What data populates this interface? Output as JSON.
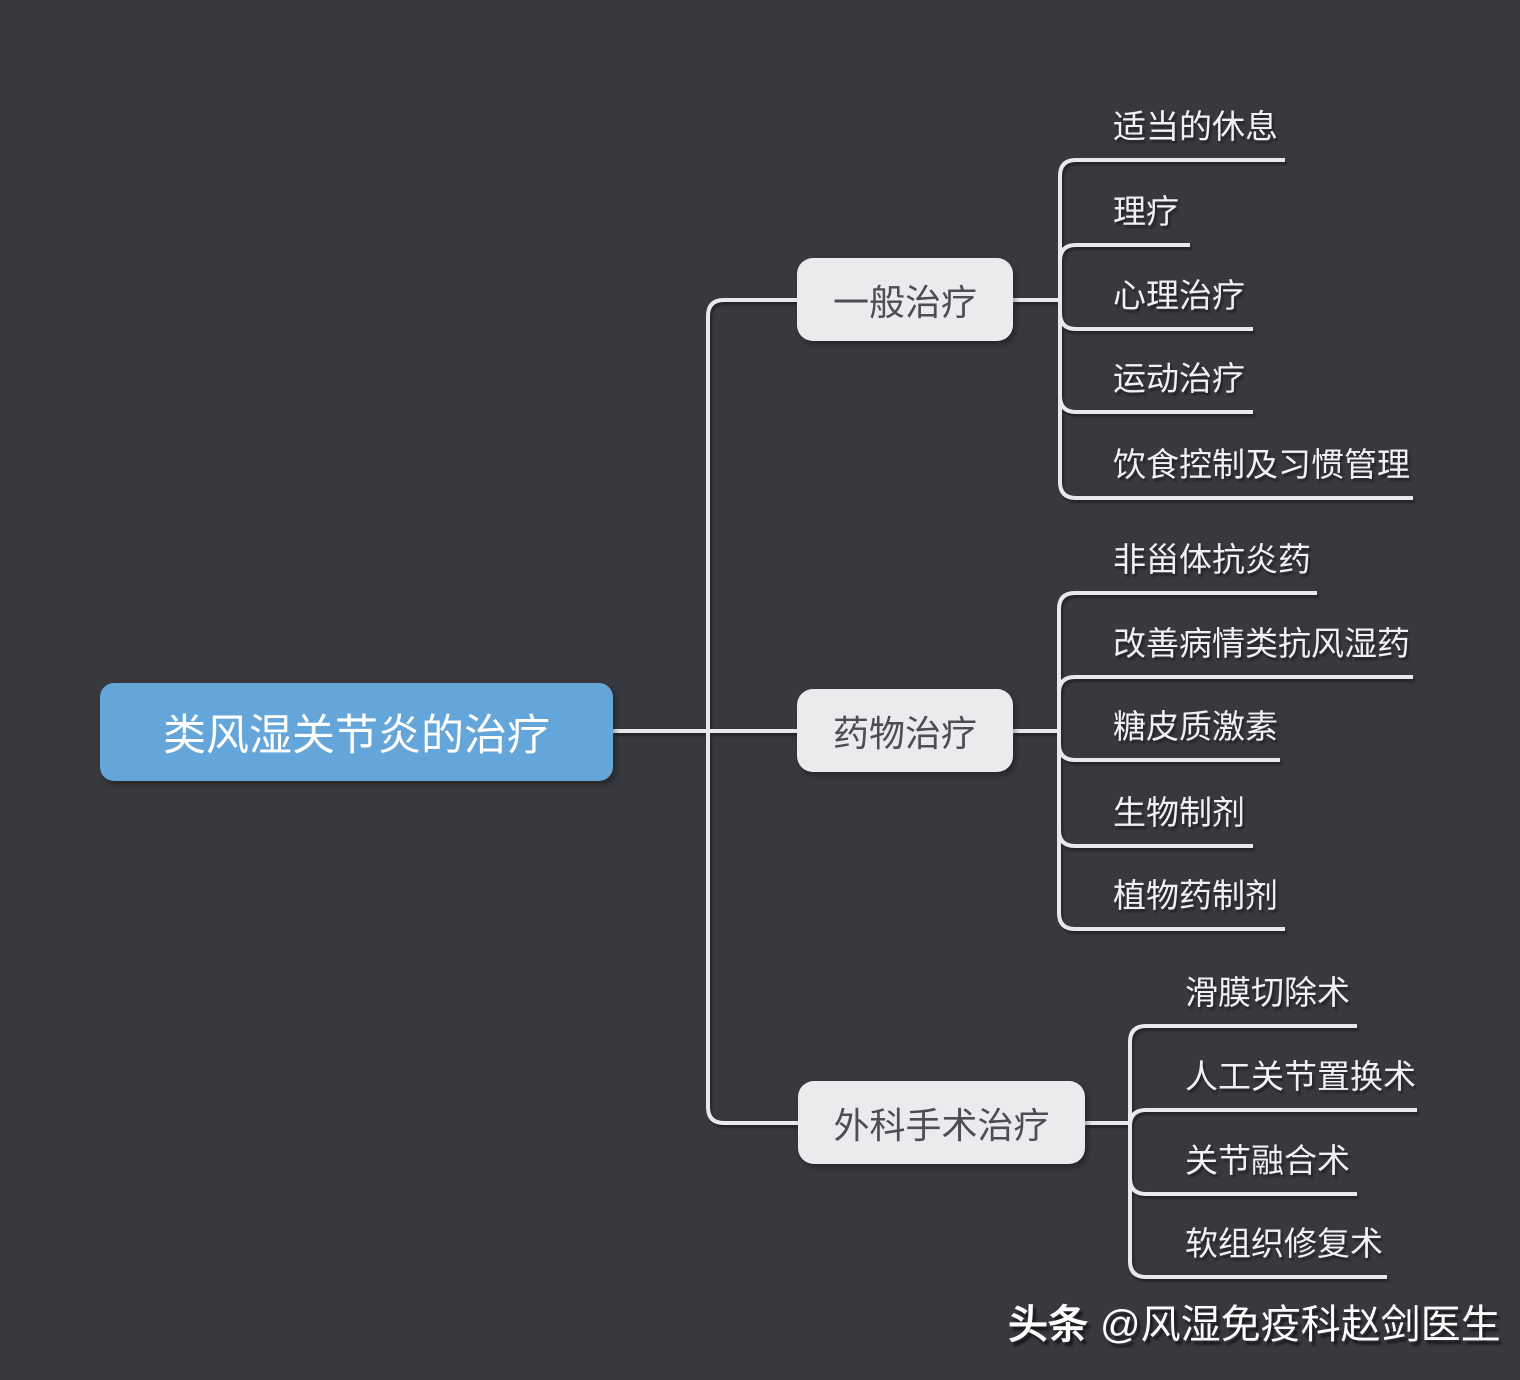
{
  "colors": {
    "background": "#37393e",
    "root_fill": "#64a6d9",
    "root_text": "#ffffff",
    "branch_fill": "#ebebed",
    "branch_text": "#4c4e53",
    "leaf_text": "#f0f1f2",
    "connector_line": "#e8e9eb"
  },
  "root": {
    "label": "类风湿关节炎的治疗"
  },
  "branches": [
    {
      "label": "一般治疗",
      "children": [
        "适当的休息",
        "理疗",
        "心理治疗",
        "运动治疗",
        "饮食控制及习惯管理"
      ]
    },
    {
      "label": "药物治疗",
      "children": [
        "非甾体抗炎药",
        "改善病情类抗风湿药",
        "糖皮质激素",
        "生物制剂",
        "植物药制剂"
      ]
    },
    {
      "label": "外科手术治疗",
      "children": [
        "滑膜切除术",
        "人工关节置换术",
        "关节融合术",
        "软组织修复术"
      ]
    }
  ],
  "watermark": {
    "brand": "头条",
    "handle": "@风湿免疫科赵剑医生"
  }
}
